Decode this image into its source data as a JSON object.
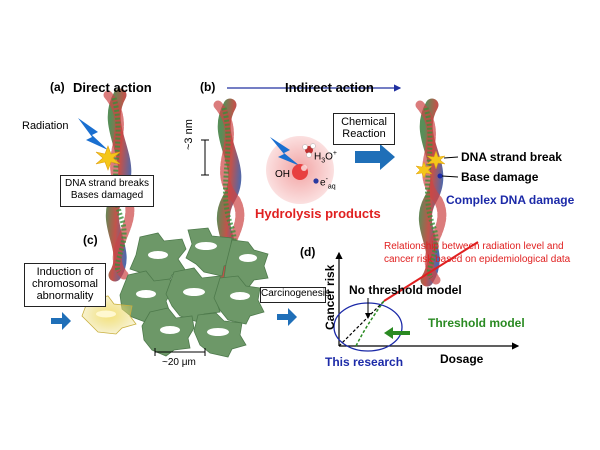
{
  "panel_a": {
    "label": "(a)",
    "title": "Direct action",
    "radiation": "Radiation",
    "damage_line1": "DNA strand breaks",
    "damage_line2": "Bases damaged"
  },
  "panel_b": {
    "label": "(b)",
    "title": "Indirect action",
    "scale": "~3 nm",
    "reaction_line1": "Chemical",
    "reaction_line2": "Reaction",
    "oh": "OH",
    "h3o": "H",
    "h3o_sub": "3",
    "h3o_rest": "O",
    "h3o_sup": "+",
    "eaq": "e",
    "eaq_sup": "-",
    "eaq_sub": "aq",
    "hydrolysis": "Hydrolysis products",
    "strand_break": "DNA strand break",
    "base_damage": "Base damage",
    "complex": "Complex DNA damage"
  },
  "panel_c": {
    "label": "(c)",
    "induction_line1": "Induction of",
    "induction_line2": "chromosomal",
    "induction_line3": "abnormality",
    "scale": "~20 μm",
    "carcinogenesis": "Carcinogenesis"
  },
  "panel_d": {
    "label": "(d)",
    "relationship_line1": "Relationship between radiation level and",
    "relationship_line2": "cancer risk based on epidemiological data",
    "y_axis": "Cancer risk",
    "x_axis": "Dosage",
    "no_threshold": "No threshold model",
    "threshold": "Threshold model",
    "this_research": "This research"
  },
  "colors": {
    "arrow_blue": "#1f6fb8",
    "red_text": "#e02020",
    "green_text": "#2a8a22",
    "navy_text": "#1c2aa8",
    "cell_green": "#6d9868",
    "lightning": "#1a6fd0",
    "spark": "#f4c61a"
  }
}
